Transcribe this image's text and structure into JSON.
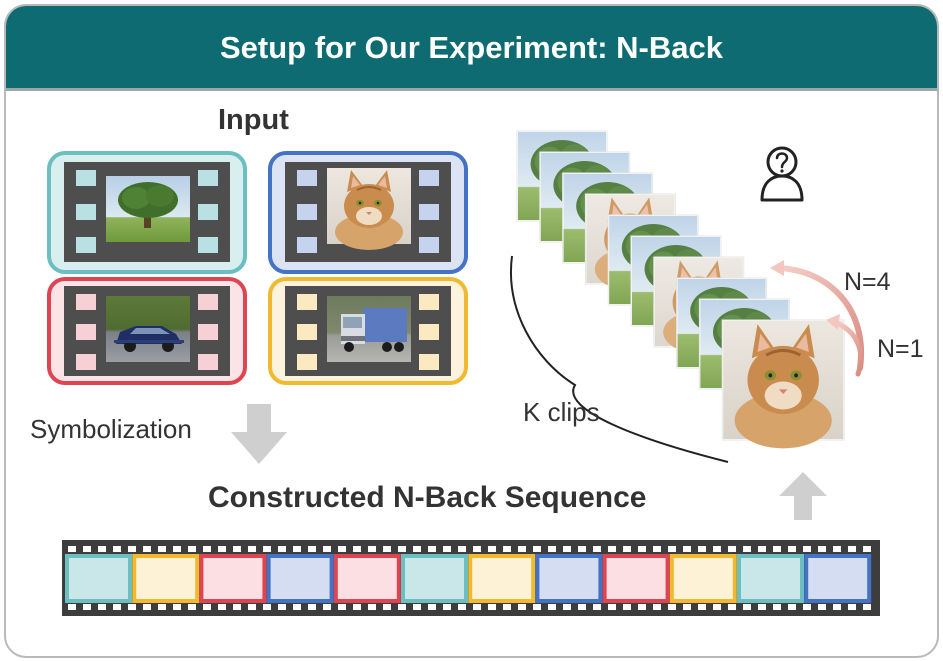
{
  "header": {
    "title": "Setup for Our Experiment: N-Back"
  },
  "input": {
    "title": "Input",
    "clips": [
      {
        "subject": "tree",
        "color": "#6bbfc0",
        "fill": "#d8eeef",
        "square": "#b9e0e2"
      },
      {
        "subject": "cat",
        "color": "#4472c4",
        "fill": "#dbe3f4",
        "square": "#c6d3ef"
      },
      {
        "subject": "car",
        "color": "#de4451",
        "fill": "#fbe3e6",
        "square": "#f7d0d5"
      },
      {
        "subject": "truck",
        "color": "#f1b92f",
        "fill": "#fdf3dc",
        "square": "#fbe9c2"
      }
    ]
  },
  "symbolization": {
    "label": "Symbolization"
  },
  "sequence": {
    "title": "Constructed N-Back Sequence",
    "cells": [
      {
        "color": "#6bbfc0",
        "fill": "#c9e7e8"
      },
      {
        "color": "#f1b92f",
        "fill": "#fdf2d6"
      },
      {
        "color": "#de4451",
        "fill": "#fbdfe3"
      },
      {
        "color": "#4472c4",
        "fill": "#d4ddf2"
      },
      {
        "color": "#de4451",
        "fill": "#fbdfe3"
      },
      {
        "color": "#6bbfc0",
        "fill": "#c9e7e8"
      },
      {
        "color": "#f1b92f",
        "fill": "#fdf2d6"
      },
      {
        "color": "#4472c4",
        "fill": "#d4ddf2"
      },
      {
        "color": "#de4451",
        "fill": "#fbdfe3"
      },
      {
        "color": "#f1b92f",
        "fill": "#fdf2d6"
      },
      {
        "color": "#6bbfc0",
        "fill": "#c9e7e8"
      },
      {
        "color": "#4472c4",
        "fill": "#d4ddf2"
      }
    ]
  },
  "stack": {
    "k_label": "K clips",
    "n4_label": "N=4",
    "n1_label": "N=1",
    "frames": [
      "tree",
      "tree",
      "tree",
      "cat",
      "tree",
      "tree",
      "cat",
      "tree",
      "tree",
      "cat"
    ]
  },
  "icons": {
    "person": "person-question-icon",
    "down_arrow": "down-arrow-icon",
    "up_arrow": "up-arrow-icon"
  }
}
